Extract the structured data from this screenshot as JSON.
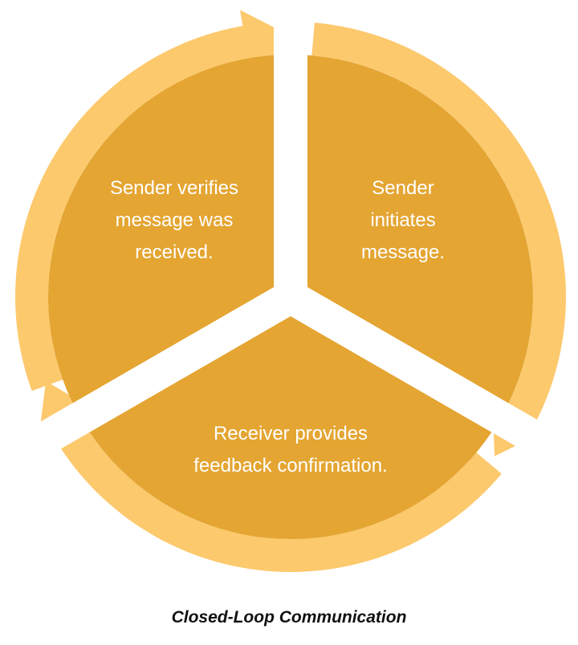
{
  "diagram": {
    "segments": [
      {
        "lines": [
          "Sender",
          "initiates",
          "message."
        ]
      },
      {
        "lines": [
          "Receiver provides",
          "feedback confirmation."
        ]
      },
      {
        "lines": [
          "Sender verifies",
          "message was",
          "received."
        ]
      }
    ],
    "caption": "Closed-Loop Communication"
  },
  "colors": {
    "segment_fill": "#E4A532",
    "ring_fill": "#FCC96D",
    "text": "#FFFFFF",
    "caption": "#111111",
    "background": "#FFFFFF"
  }
}
